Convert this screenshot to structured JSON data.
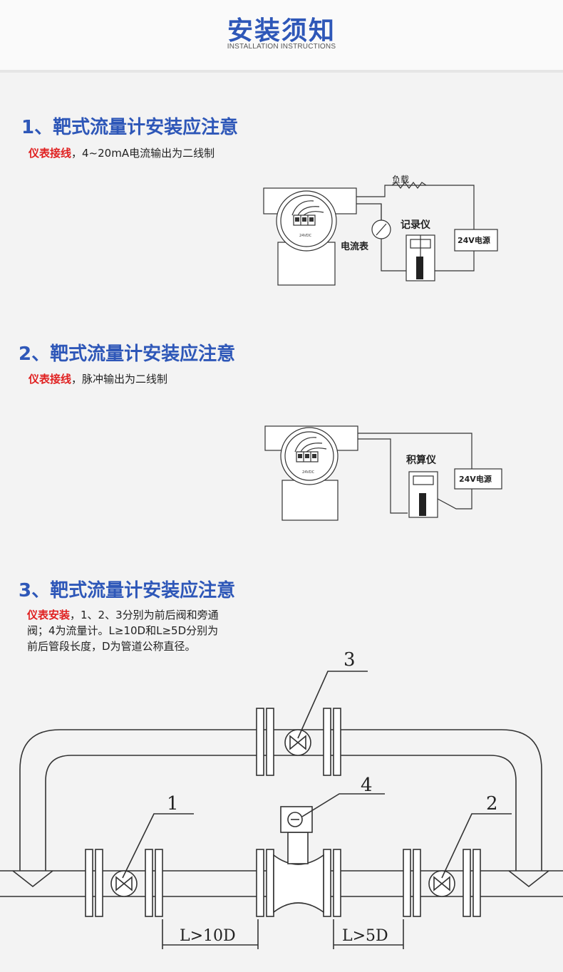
{
  "header": {
    "title": "安装须知",
    "subtitle": "INSTALLATION INSTRUCTIONS"
  },
  "sections": [
    {
      "title": "1、靶式流量计安装应注意",
      "highlight": "仪表接线",
      "text": "，4~20mA电流输出为二线制",
      "labels": {
        "load": "负载",
        "recorder": "记录仪",
        "ammeter": "电流表",
        "power": "24V电源",
        "terminal": "24VDC"
      }
    },
    {
      "title": "2、靶式流量计安装应注意",
      "highlight": "仪表接线",
      "text": "，脉冲输出为二线制",
      "labels": {
        "totalizer": "积算仪",
        "power": "24V电源",
        "terminal": "24VDC"
      }
    },
    {
      "title": "3、靶式流量计安装应注意",
      "highlight": "仪表安装",
      "line1": "，1、2、3分别为前后阀和旁通",
      "line2": "阀；4为流量计。L≥10D和L≥5D分别为",
      "line3": "前后管段长度，D为管道公称直径。",
      "labels": {
        "n1": "1",
        "n2": "2",
        "n3": "3",
        "n4": "4",
        "dim1": "L>10D",
        "dim2": "L>5D"
      }
    }
  ]
}
